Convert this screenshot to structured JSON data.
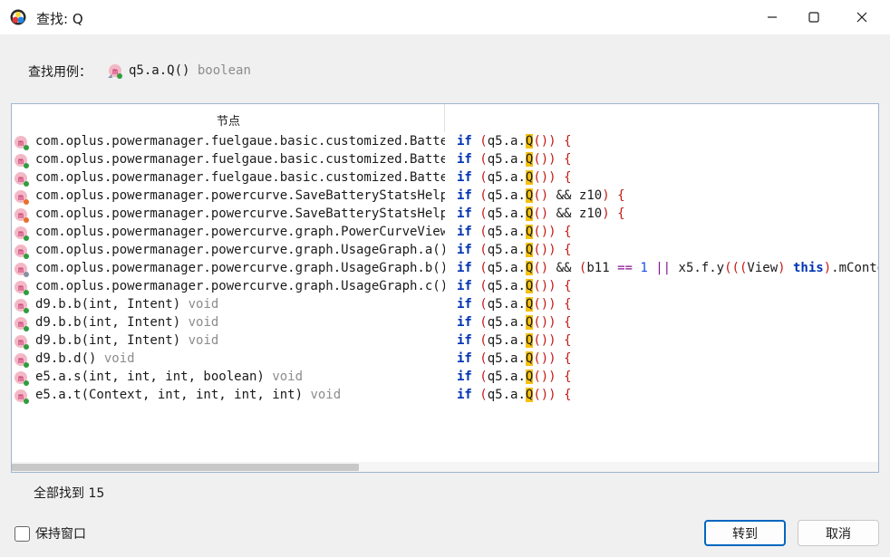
{
  "window": {
    "title": "查找: Q",
    "minimize_icon": "minimize-icon",
    "maximize_icon": "maximize-icon",
    "close_icon": "close-icon"
  },
  "usage": {
    "label": "查找用例：",
    "icon": "method-icon",
    "signature": "q5.a.Q()",
    "return_type": "boolean"
  },
  "table": {
    "column_header": "节点",
    "rows": [
      {
        "node": "com.oplus.powermanager.fuelgaue.basic.customized.BatteryUsageStatsPreference.c(Context, Intent) void",
        "badge": "#2e9e3e",
        "code": [
          [
            "kw",
            "if"
          ],
          [
            "t",
            " "
          ],
          [
            "par",
            "("
          ],
          [
            "t",
            "q5.a."
          ],
          [
            "hl",
            "Q"
          ],
          [
            "par",
            "())"
          ],
          [
            "t",
            " "
          ],
          [
            "par",
            "{"
          ]
        ]
      },
      {
        "node": "com.oplus.powermanager.fuelgaue.basic.customized.BatteryUsageStatsPreference.d(Context, Intent) void",
        "badge": "#2e9e3e",
        "code": [
          [
            "kw",
            "if"
          ],
          [
            "t",
            " "
          ],
          [
            "par",
            "("
          ],
          [
            "t",
            "q5.a."
          ],
          [
            "hl",
            "Q"
          ],
          [
            "par",
            "())"
          ],
          [
            "t",
            " "
          ],
          [
            "par",
            "{"
          ]
        ]
      },
      {
        "node": "com.oplus.powermanager.fuelgaue.basic.customized.BatteryUsageStatsPreference.e(Context, Intent) void",
        "badge": "#2e9e3e",
        "code": [
          [
            "kw",
            "if"
          ],
          [
            "t",
            " "
          ],
          [
            "par",
            "("
          ],
          [
            "t",
            "q5.a."
          ],
          [
            "hl",
            "Q"
          ],
          [
            "par",
            "())"
          ],
          [
            "t",
            " "
          ],
          [
            "par",
            "{"
          ]
        ]
      },
      {
        "node": "com.oplus.powermanager.powercurve.SaveBatteryStatsHelper.a(Context) void",
        "badge": "#e8702a",
        "code": [
          [
            "kw",
            "if"
          ],
          [
            "t",
            " "
          ],
          [
            "par",
            "("
          ],
          [
            "t",
            "q5.a."
          ],
          [
            "hl",
            "Q"
          ],
          [
            "par",
            "()"
          ],
          [
            "t",
            " && z10"
          ],
          [
            "par",
            ")"
          ],
          [
            "t",
            " "
          ],
          [
            "par",
            "{"
          ]
        ]
      },
      {
        "node": "com.oplus.powermanager.powercurve.SaveBatteryStatsHelper.b(Context) void",
        "badge": "#e8702a",
        "code": [
          [
            "kw",
            "if"
          ],
          [
            "t",
            " "
          ],
          [
            "par",
            "("
          ],
          [
            "t",
            "q5.a."
          ],
          [
            "hl",
            "Q"
          ],
          [
            "par",
            "()"
          ],
          [
            "t",
            " && z10"
          ],
          [
            "par",
            ")"
          ],
          [
            "t",
            " "
          ],
          [
            "par",
            "{"
          ]
        ]
      },
      {
        "node": "com.oplus.powermanager.powercurve.graph.PowerCurveView.a() void",
        "badge": "#2e9e3e",
        "code": [
          [
            "kw",
            "if"
          ],
          [
            "t",
            " "
          ],
          [
            "par",
            "("
          ],
          [
            "t",
            "q5.a."
          ],
          [
            "hl",
            "Q"
          ],
          [
            "par",
            "())"
          ],
          [
            "t",
            " "
          ],
          [
            "par",
            "{"
          ]
        ]
      },
      {
        "node": "com.oplus.powermanager.powercurve.graph.UsageGraph.a() void",
        "badge": "#2e9e3e",
        "code": [
          [
            "kw",
            "if"
          ],
          [
            "t",
            " "
          ],
          [
            "par",
            "("
          ],
          [
            "t",
            "q5.a."
          ],
          [
            "hl",
            "Q"
          ],
          [
            "par",
            "())"
          ],
          [
            "t",
            " "
          ],
          [
            "par",
            "{"
          ]
        ]
      },
      {
        "node": "com.oplus.powermanager.powercurve.graph.UsageGraph.b() void",
        "badge": "#8a8fa3",
        "code": [
          [
            "kw",
            "if"
          ],
          [
            "t",
            " "
          ],
          [
            "par",
            "("
          ],
          [
            "t",
            "q5.a."
          ],
          [
            "hl",
            "Q"
          ],
          [
            "par",
            "()"
          ],
          [
            "t",
            " && "
          ],
          [
            "par",
            "("
          ],
          [
            "t",
            "b11 "
          ],
          [
            "op",
            "=="
          ],
          [
            "t",
            " "
          ],
          [
            "num",
            "1"
          ],
          [
            "t",
            " "
          ],
          [
            "op",
            "||"
          ],
          [
            "t",
            " x5.f.y"
          ],
          [
            "par",
            "((("
          ],
          [
            "t",
            "View"
          ],
          [
            "par",
            ")"
          ],
          [
            "t",
            " "
          ],
          [
            "kw",
            "this"
          ],
          [
            "par",
            ")"
          ],
          [
            "t",
            ".mContext"
          ]
        ]
      },
      {
        "node": "com.oplus.powermanager.powercurve.graph.UsageGraph.c() void",
        "badge": "#2e9e3e",
        "code": [
          [
            "kw",
            "if"
          ],
          [
            "t",
            " "
          ],
          [
            "par",
            "("
          ],
          [
            "t",
            "q5.a."
          ],
          [
            "hl",
            "Q"
          ],
          [
            "par",
            "())"
          ],
          [
            "t",
            " "
          ],
          [
            "par",
            "{"
          ]
        ]
      },
      {
        "node": "d9.b.b(int, Intent)",
        "ret": "void",
        "badge": "#2e9e3e",
        "code": [
          [
            "kw",
            "if"
          ],
          [
            "t",
            " "
          ],
          [
            "par",
            "("
          ],
          [
            "t",
            "q5.a."
          ],
          [
            "hl",
            "Q"
          ],
          [
            "par",
            "())"
          ],
          [
            "t",
            " "
          ],
          [
            "par",
            "{"
          ]
        ]
      },
      {
        "node": "d9.b.b(int, Intent)",
        "ret": "void",
        "badge": "#2e9e3e",
        "code": [
          [
            "kw",
            "if"
          ],
          [
            "t",
            " "
          ],
          [
            "par",
            "("
          ],
          [
            "t",
            "q5.a."
          ],
          [
            "hl",
            "Q"
          ],
          [
            "par",
            "())"
          ],
          [
            "t",
            " "
          ],
          [
            "par",
            "{"
          ]
        ]
      },
      {
        "node": "d9.b.b(int, Intent)",
        "ret": "void",
        "badge": "#2e9e3e",
        "code": [
          [
            "kw",
            "if"
          ],
          [
            "t",
            " "
          ],
          [
            "par",
            "("
          ],
          [
            "t",
            "q5.a."
          ],
          [
            "hl",
            "Q"
          ],
          [
            "par",
            "())"
          ],
          [
            "t",
            " "
          ],
          [
            "par",
            "{"
          ]
        ]
      },
      {
        "node": "d9.b.d()",
        "ret": "void",
        "badge": "#2e9e3e",
        "code": [
          [
            "kw",
            "if"
          ],
          [
            "t",
            " "
          ],
          [
            "par",
            "("
          ],
          [
            "t",
            "q5.a."
          ],
          [
            "hl",
            "Q"
          ],
          [
            "par",
            "())"
          ],
          [
            "t",
            " "
          ],
          [
            "par",
            "{"
          ]
        ]
      },
      {
        "node": "e5.a.s(int, int, int, boolean)",
        "ret": "void",
        "badge": "#2e9e3e",
        "code": [
          [
            "kw",
            "if"
          ],
          [
            "t",
            " "
          ],
          [
            "par",
            "("
          ],
          [
            "t",
            "q5.a."
          ],
          [
            "hl",
            "Q"
          ],
          [
            "par",
            "())"
          ],
          [
            "t",
            " "
          ],
          [
            "par",
            "{"
          ]
        ]
      },
      {
        "node": "e5.a.t(Context, int, int, int, int)",
        "ret": "void",
        "badge": "#2e9e3e",
        "code": [
          [
            "kw",
            "if"
          ],
          [
            "t",
            " "
          ],
          [
            "par",
            "("
          ],
          [
            "t",
            "q5.a."
          ],
          [
            "hl",
            "Q"
          ],
          [
            "par",
            "())"
          ],
          [
            "t",
            " "
          ],
          [
            "par",
            "{"
          ]
        ]
      }
    ]
  },
  "status": {
    "found_text": "全部找到 15"
  },
  "footer": {
    "keep_window_label": "保持窗口",
    "keep_window_checked": false,
    "goto_label": "转到",
    "cancel_label": "取消"
  },
  "colors": {
    "method_icon_bg": "#f2b8c6",
    "method_icon_letter": "#c2185b",
    "highlight": "#f5c211",
    "keyword": "#0033b3",
    "paren": "#c41a16",
    "default_button_border": "#0067c0"
  }
}
